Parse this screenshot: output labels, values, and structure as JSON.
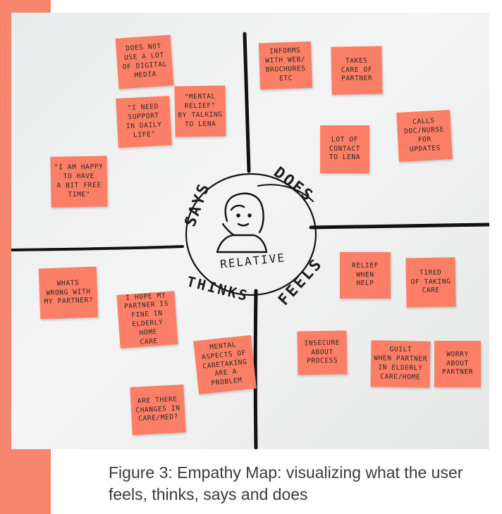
{
  "accent_color": "#f5866d",
  "note_color": "#fb7f66",
  "center": {
    "label": "RELATIVE",
    "icon": "person-face-sketch-icon"
  },
  "quadrants": {
    "says": "SAYS",
    "does": "DOES",
    "thinks": "THINKS",
    "feels": "FEELS"
  },
  "notes": {
    "says": [
      "DOES NOT\nUSE A LOT\nOF DIGITAL\nMEDIA",
      "\"I NEED\nSUPPORT\nIN DAILY\nLIFE\"",
      "\"MENTAL\nRELIEF\"\nBY TALKING\nTO LENA",
      "\"I AM HAPPY\nTO HAVE\nA BIT FREE\nTIME\""
    ],
    "does": [
      "INFORMS\nWITH WEB/\nBROCHURES\nETC",
      "TAKES\nCARE OF\nPARTNER",
      "CALLS\nDOC/NURSE\nFOR UPDATES",
      "LOT OF\nCONTACT\nTO LENA"
    ],
    "thinks": [
      "WHATS\nWRONG WITH\nMY PARTNER?",
      "I HOPE MY\nPARTNER IS\nFINE IN\nELDERLY HOME\nCARE",
      "MENTAL\nASPECTS OF\nCARETAKING\nARE A\nPROBLEM",
      "ARE THERE\nCHANGES IN\nCARE/MED?"
    ],
    "feels": [
      "RELIEF\nWHEN\nHELP",
      "TIRED\nOF TAKING\nCARE",
      "INSECURE\nABOUT\nPROCESS",
      "GUILT\nWHEN PARTNER\nIN ELDERLY\nCARE/HOME",
      "WORRY\nABOUT\nPARTNER"
    ]
  },
  "caption": "Figure 3: Empathy Map: visualizing what the user feels, thinks, says and does"
}
